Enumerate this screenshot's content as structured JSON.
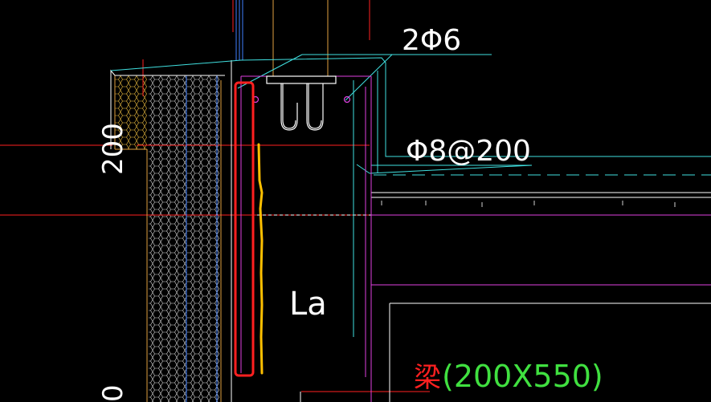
{
  "annotations": {
    "rebar_top": "2Φ6",
    "rebar_dist": "Φ8@200",
    "dim_200": "200",
    "dim_bottom": "0",
    "anchor_length": "La",
    "beam_label": "梁",
    "beam_size": "(200X550)"
  },
  "colors": {
    "background": "#000000",
    "red": "#ff2020",
    "magenta": "#e040e0",
    "cyan": "#40e0e0",
    "white": "#ffffff",
    "blue": "#4080ff",
    "orange": "#f0a020",
    "yellow": "#ffc000",
    "green": "#40e040"
  }
}
